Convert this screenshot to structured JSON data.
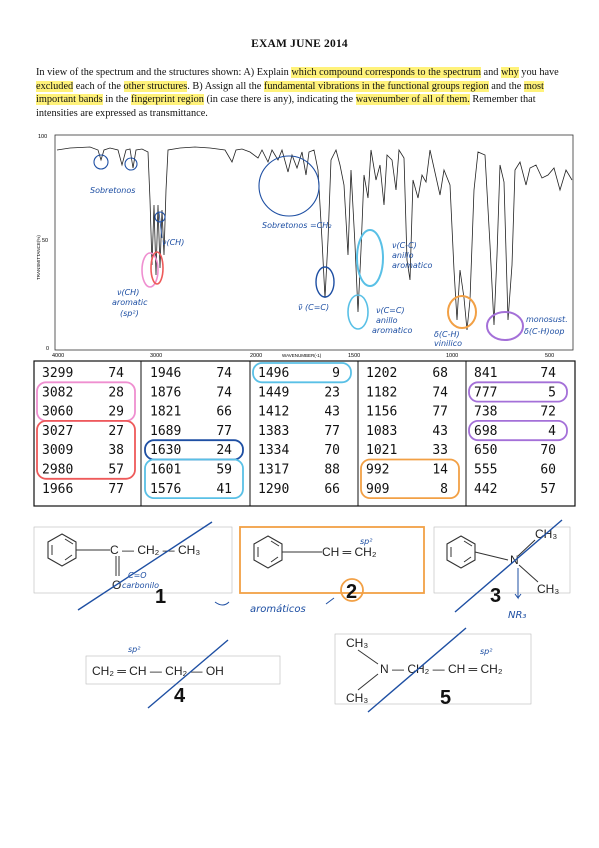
{
  "title": "EXAM JUNE 2014",
  "instructions": {
    "p1": "In view of the spectrum and the structures shown: A) Explain ",
    "h1": "which compound corresponds to the spectrum",
    "p2": " and ",
    "h2": "why",
    "p3": " you have ",
    "h3": "excluded",
    "p4": " each of the ",
    "h4": "other structures",
    "p5": ". B) Assign all the ",
    "h5": "fundamental vibrations in the functional groups region",
    "p6": " and the ",
    "h6": "most important bands",
    "p7": " in the ",
    "h7": "fingerprint region",
    "p8": " (in case there is any), indicating the ",
    "h8": "wavenumber of all of them.",
    "p9": " Remember that intensities are expressed as transmittance."
  },
  "spectrum": {
    "y_label": "TRANSMITTANCE(%)",
    "x_label": "WAVENUMBER(-1)",
    "y_ticks": [
      "100",
      "50",
      "0"
    ],
    "x_ticks": [
      "4000",
      "3000",
      "2000",
      "1500",
      "1000",
      "500"
    ],
    "notes": {
      "sobretonos": "Sobretonos",
      "vch": "ν(CH)",
      "vch_arom1": "ν(CH)",
      "vch_arom2": "aromatic",
      "vch_arom3": "(sp²)",
      "sobretonos_ch": "Sobretonos =CH₂",
      "vcc": "ν̃ (C=C)",
      "vcc_ring1": "ν(C-C)",
      "vcc_ring2": "anillo",
      "vcc_ring3": "aromatico",
      "vcc2_1": "ν(C=C)",
      "vcc2_2": "anillo",
      "vcc2_3": "aromatico",
      "dch_1": "δ(C-H)",
      "dch_2": "vinilico",
      "mono_1": "monosust.",
      "mono_2": "δ(C-H)oop"
    }
  },
  "peak_table": [
    [
      [
        "3299",
        "74"
      ],
      [
        "3082",
        "28"
      ],
      [
        "3060",
        "29"
      ],
      [
        "3027",
        "27"
      ],
      [
        "3009",
        "38"
      ],
      [
        "2980",
        "57"
      ],
      [
        "1966",
        "77"
      ]
    ],
    [
      [
        "1946",
        "74"
      ],
      [
        "1876",
        "74"
      ],
      [
        "1821",
        "66"
      ],
      [
        "1689",
        "77"
      ],
      [
        "1630",
        "24"
      ],
      [
        "1601",
        "59"
      ],
      [
        "1576",
        "41"
      ]
    ],
    [
      [
        "1496",
        "9"
      ],
      [
        "1449",
        "23"
      ],
      [
        "1412",
        "43"
      ],
      [
        "1383",
        "77"
      ],
      [
        "1334",
        "70"
      ],
      [
        "1317",
        "88"
      ],
      [
        "1290",
        "66"
      ]
    ],
    [
      [
        "1202",
        "68"
      ],
      [
        "1182",
        "74"
      ],
      [
        "1156",
        "77"
      ],
      [
        "1083",
        "43"
      ],
      [
        "1021",
        "33"
      ],
      [
        "992",
        "14"
      ],
      [
        "909",
        "8"
      ]
    ],
    [
      [
        "841",
        "74"
      ],
      [
        "777",
        "5"
      ],
      [
        "738",
        "72"
      ],
      [
        "698",
        "4"
      ],
      [
        "650",
        "70"
      ],
      [
        "555",
        "60"
      ],
      [
        "442",
        "57"
      ]
    ]
  ],
  "structures": {
    "s1": {
      "chain": "C — CH₂ — CH₃",
      "carbonyl": "O",
      "note1": "C=O",
      "note2": "carbonilo",
      "number": "1"
    },
    "s2": {
      "chain": "CH ═ CH₂",
      "sp2": "sp²",
      "number": "2"
    },
    "s3": {
      "n": "N",
      "ch3a": "CH₃",
      "ch3b": "CH₃",
      "number": "3",
      "note": "NR₃"
    },
    "s4": {
      "formula": "CH₂ ═ CH — CH₂ — OH",
      "sp2": "sp²",
      "number": "4"
    },
    "s5": {
      "ch3a": "CH₃",
      "chain": "N — CH₂ — CH ═ CH₂",
      "ch3b": "CH₃",
      "sp2": "sp²",
      "number": "5"
    },
    "aromaticos": "aromáticos"
  },
  "colors": {
    "pen_blue": "#1e4fa3",
    "light_blue": "#59c0e6",
    "pink": "#ef8fd0",
    "red": "#ee5a5a",
    "orange": "#f2a045",
    "purple": "#a470d8",
    "highlight": "#fff27a"
  },
  "table_highlights": [
    {
      "col": 0,
      "rows": [
        1,
        2
      ],
      "color": "pink"
    },
    {
      "col": 0,
      "rows": [
        3,
        5
      ],
      "color": "red"
    },
    {
      "col": 1,
      "rows": [
        4,
        4
      ],
      "color": "pen_blue"
    },
    {
      "col": 1,
      "rows": [
        5,
        6
      ],
      "color": "light_blue"
    },
    {
      "col": 2,
      "rows": [
        0,
        0
      ],
      "color": "light_blue"
    },
    {
      "col": 3,
      "rows": [
        5,
        6
      ],
      "color": "orange"
    },
    {
      "col": 4,
      "rows": [
        1,
        1
      ],
      "color": "purple"
    },
    {
      "col": 4,
      "rows": [
        3,
        3
      ],
      "color": "purple"
    }
  ]
}
